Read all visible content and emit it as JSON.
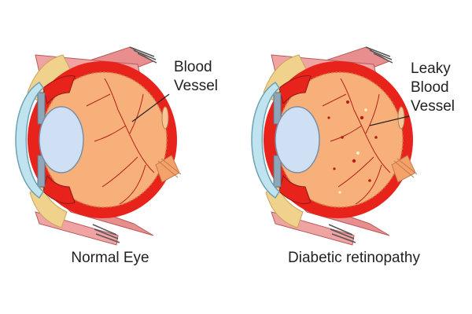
{
  "left_panel": {
    "label_line1": "Blood",
    "label_line2": "Vessel",
    "caption": "Normal Eye"
  },
  "right_panel": {
    "label_line1": "Leaky",
    "label_line2": "Blood",
    "label_line3": "Vessel",
    "caption": "Diabetic retinopathy"
  },
  "colors": {
    "sclera_red": "#e8231c",
    "retina_peach": "#f7b07a",
    "lens_blue": "#cfe0f4",
    "cornea_blue": "#bfe3ef",
    "muscle_pink": "#e88e8e",
    "vessel_red": "#b32018",
    "nerve_orange": "#f4a26a"
  }
}
